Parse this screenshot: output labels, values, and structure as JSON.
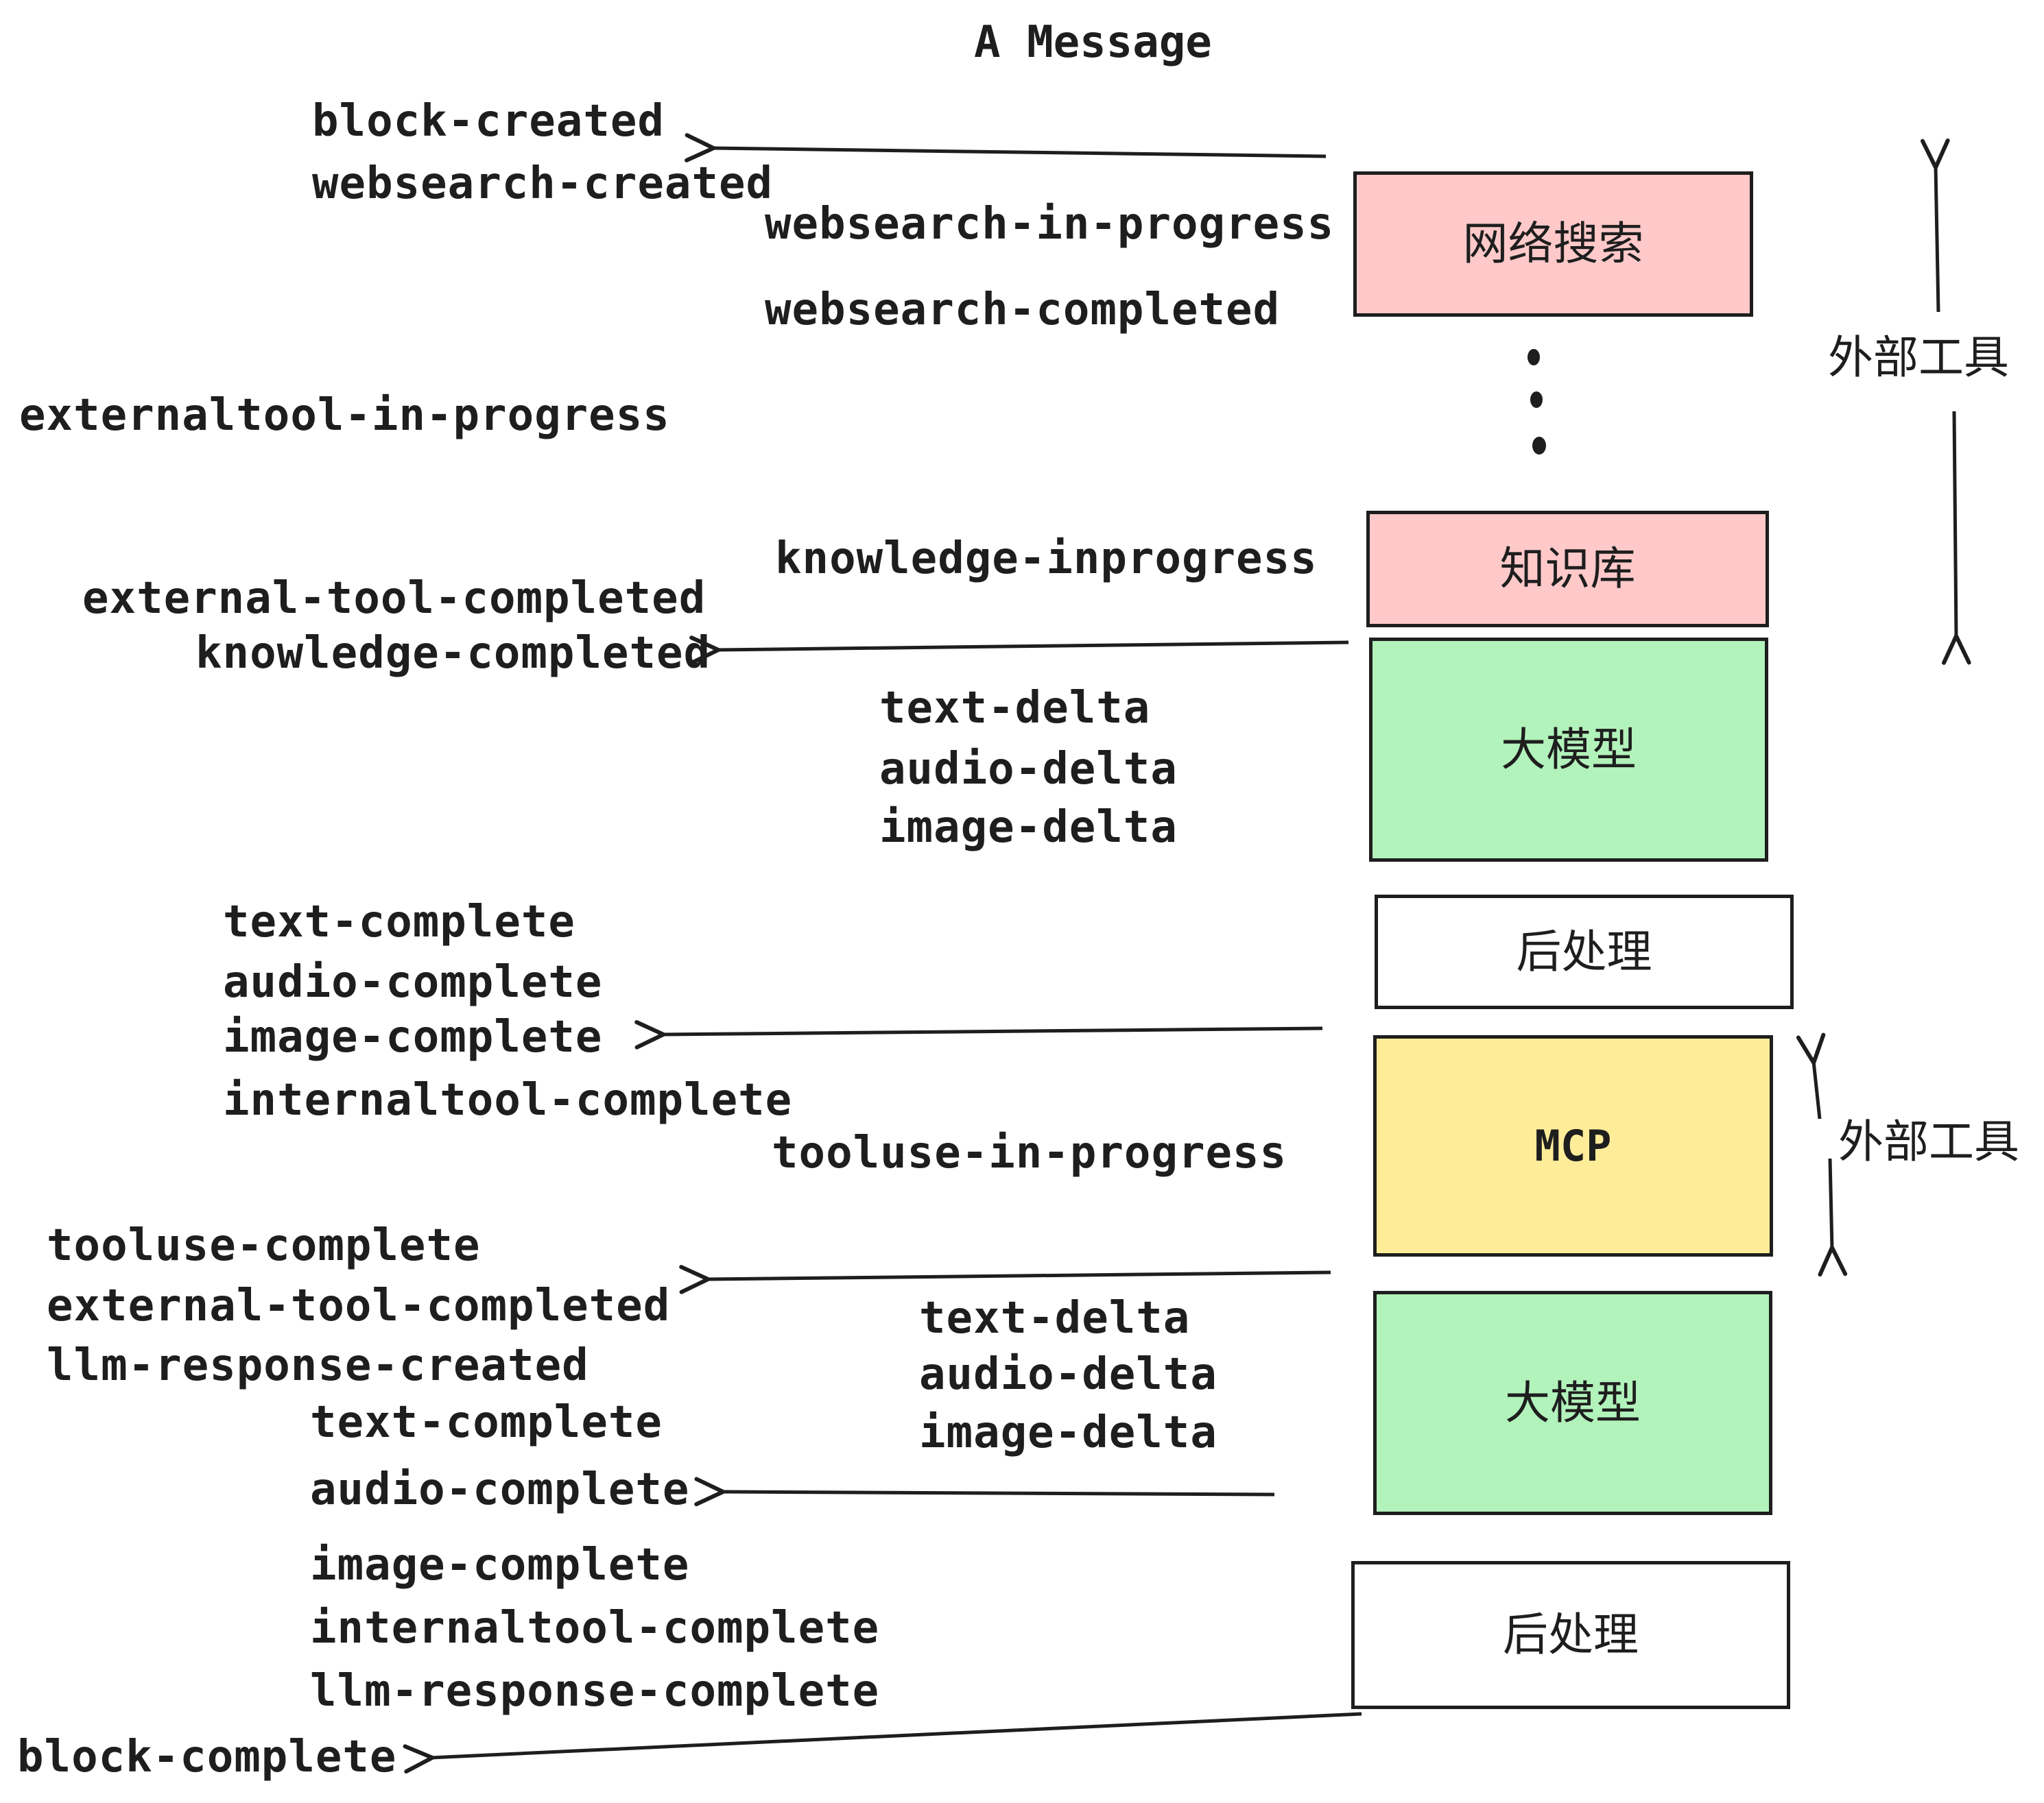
{
  "title": "A Message",
  "events": {
    "block_created": "block-created",
    "websearch_created": "websearch-created",
    "websearch_in_progress": "websearch-in-progress",
    "websearch_completed": "websearch-completed",
    "externaltool_in_progress": "externaltool-in-progress",
    "knowledge_inprogress": "knowledge-inprogress",
    "external_tool_completed_1": "external-tool-completed",
    "knowledge_completed": "knowledge-completed",
    "text_delta_1": "text-delta",
    "audio_delta_1": "audio-delta",
    "image_delta_1": "image-delta",
    "text_complete_1": "text-complete",
    "audio_complete_1": "audio-complete",
    "image_complete_1": "image-complete",
    "internaltool_complete_1": "internaltool-complete",
    "tooluse_in_progress": "tooluse-in-progress",
    "tooluse_complete": "tooluse-complete",
    "external_tool_completed_2": "external-tool-completed",
    "llm_response_created": "llm-response-created",
    "text_complete_2": "text-complete",
    "audio_complete_2": "audio-complete",
    "image_complete_2": "image-complete",
    "internaltool_complete_2": "internaltool-complete",
    "llm_response_complete": "llm-response-complete",
    "text_delta_2": "text-delta",
    "audio_delta_2": "audio-delta",
    "image_delta_2": "image-delta",
    "block_complete": "block-complete"
  },
  "boxes": {
    "websearch": {
      "label": "网络搜索",
      "fill": "#ffc9c9"
    },
    "knowledge": {
      "label": "知识库",
      "fill": "#ffc9c9"
    },
    "llm1": {
      "label": "大模型",
      "fill": "#b2f2bb"
    },
    "post1": {
      "label": "后处理",
      "fill": "#ffffff"
    },
    "mcp": {
      "label": "MCP",
      "fill": "#ffec99"
    },
    "llm2": {
      "label": "大模型",
      "fill": "#b2f2bb"
    },
    "post2": {
      "label": "后处理",
      "fill": "#ffffff"
    }
  },
  "annotations": {
    "external_tools_top": "外部工具",
    "external_tools_mid": "外部工具"
  },
  "colors": {
    "pink": "#ffc9c9",
    "green": "#b2f2bb",
    "yellow": "#ffec99",
    "white": "#ffffff",
    "ink": "#1e1e1e"
  }
}
